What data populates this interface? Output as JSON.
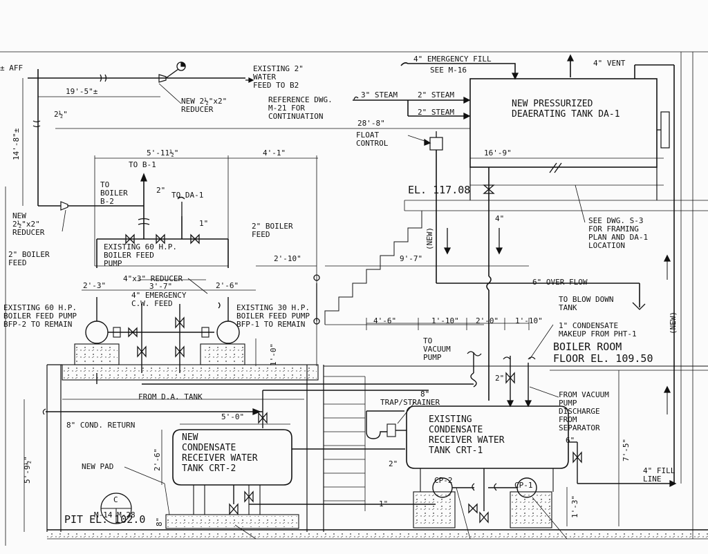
{
  "labels": {
    "aff": "± AFF",
    "dim_19_5": "19'-5\"±",
    "dim_2_5": "2½\"",
    "dim_14_8": "14'-8\"±",
    "new_reducer_top": "NEW 2½\"x2\"\nREDUCER",
    "existing_2_water": "EXISTING 2\"\nWATER\nFEED TO B2",
    "emergency_fill": "4\" EMERGENCY FILL",
    "see_m16": "SEE M-16",
    "vent": "4\" VENT",
    "ref_dwg": "REFERENCE DWG.\nM-21 FOR\nCONTINUATION",
    "steam3": "3\" STEAM",
    "steam2a": "2\" STEAM",
    "steam2b": "2\" STEAM",
    "da_tank": "NEW PRESSURIZED\nDEAERATING TANK DA-1",
    "dim_28_8": "28'-8\"",
    "float_control": "FLOAT\nCONTROL",
    "dim_16_9": "16'-9\"",
    "dim_5_11": "5'-11½\"",
    "dim_4_1": "4'-1\"",
    "to_b1": "TO B-1",
    "to_boiler_b2": "TO\nBOILER\nB-2",
    "two_inch_a": "2\"",
    "to_da1": "TO DA-1",
    "one_inch_a": "1\"",
    "el_117": "EL. 117.08",
    "new_reducer_left": "NEW\n2½\"x2\"\nREDUCER",
    "boiler_feed_2": "2\" BOILER\nFEED",
    "boiler_feed_left": "2\" BOILER\nFEED",
    "existing_60_pump": "EXISTING 60 H.P.\nBOILER FEED\nPUMP",
    "new_v": "(NEW)",
    "four_inch": "4\"",
    "see_dwg_s3": "SEE DWG. S-3\nFOR FRAMING\nPLAN AND DA-1\nLOCATION",
    "dim_2_10": "2'-10\"",
    "dim_9_7": "9'-7\"",
    "overflow": "6\" OVER FLOW",
    "dim_2_3": "2'-3\"",
    "reducer_4x3": "4\"x3\" REDUCER",
    "dim_3_7": "3'-7\"",
    "dim_2_6": "2'-6\"",
    "emergency_cw": "4\" EMERGENCY\nC.W. FEED",
    "to_blowdown": "TO BLOW DOWN\nTANK",
    "bfp2": "EXISTING 60 H.P.\nBOILER FEED PUMP\nBFP-2 TO REMAIN",
    "bfp1": "EXISTING 30 H.P.\nBOILER FEED PUMP\nBFP-1 TO REMAIN",
    "dim_4_6": "4'-6\"",
    "dim_1_10a": "1'-10\"",
    "dim_2_0": "2'-0\"",
    "dim_1_10b": "1'-10\"",
    "condensate_makeup": "1\" CONDENSATE\nMAKEUP FROM PHT-1",
    "new_v2": "(NEW)",
    "boiler_room": "BOILER ROOM\nFLOOR EL. 109.50",
    "to_vacuum": "TO\nVACUUM\nPUMP",
    "dim_1_0": "1'-0\"",
    "two_inch_b": "2\"",
    "from_da_tank": "FROM D.A. TANK",
    "eight_inch": "8\"",
    "trap_strainer": "TRAP/STRAINER",
    "from_vacuum": "FROM VACUUM\nPUMP\nDISCHARGE\nFROM\nSEPARATOR",
    "cond_return": "8\" COND. RETURN",
    "dim_5_0": "5'-0\"",
    "crt2": "NEW\nCONDENSATE\nRECEIVER WATER\nTANK CRT-2",
    "crt1": "EXISTING\nCONDENSATE\nRECEIVER WATER\nTANK CRT-1",
    "six_inch": "6\"",
    "dim_7_5": "7'-5\"",
    "dim_5_9": "5'-9½\"",
    "dim_2_6v": "2'-6\"",
    "new_pad": "NEW PAD",
    "two_inch_c": "2\"",
    "fill_line": "4\" FILL\nLINE",
    "cp2": "CP-2",
    "cp1": "CP-1",
    "one_inch_b": "1\"",
    "dim_1_3": "1'-3\"",
    "section_letter": "C",
    "section_ref": "M-14 M-28",
    "pit_el": "PIT EL. 102.0",
    "dim_8": "8\""
  }
}
